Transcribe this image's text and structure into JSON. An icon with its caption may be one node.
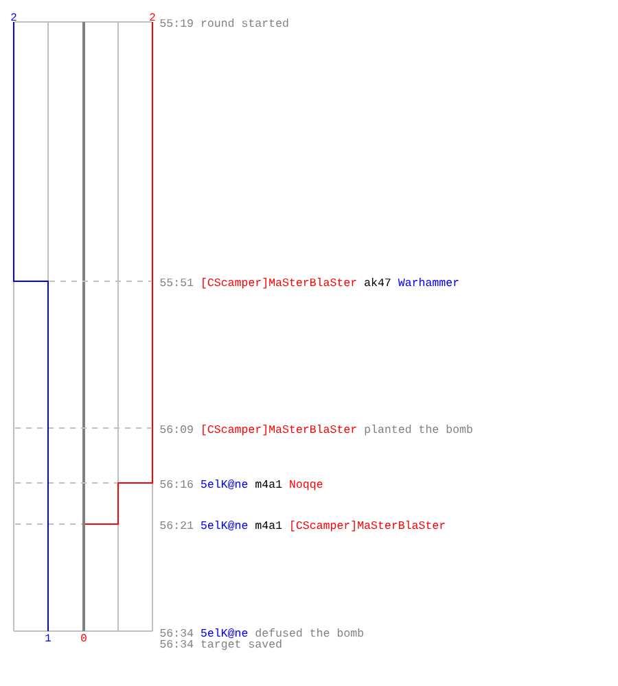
{
  "diagram": {
    "labels": [
      "2",
      "2",
      "55:19 round started",
      "55:51",
      "[CScamper]MaSterBlaSter",
      "ak47",
      "Warhammer",
      "56:09",
      "[CScamper]MaSterBlaSter",
      "planted the bomb",
      "56:16",
      "5elK@ne",
      "m4a1",
      "Noqqe",
      "56:21",
      "5elK@ne",
      "m4a1",
      "[CScamper]MaSterBlaSter",
      "1",
      "0",
      "56:34",
      "5elK@ne",
      "defused the bomb",
      "56:34 target saved"
    ]
  }
}
